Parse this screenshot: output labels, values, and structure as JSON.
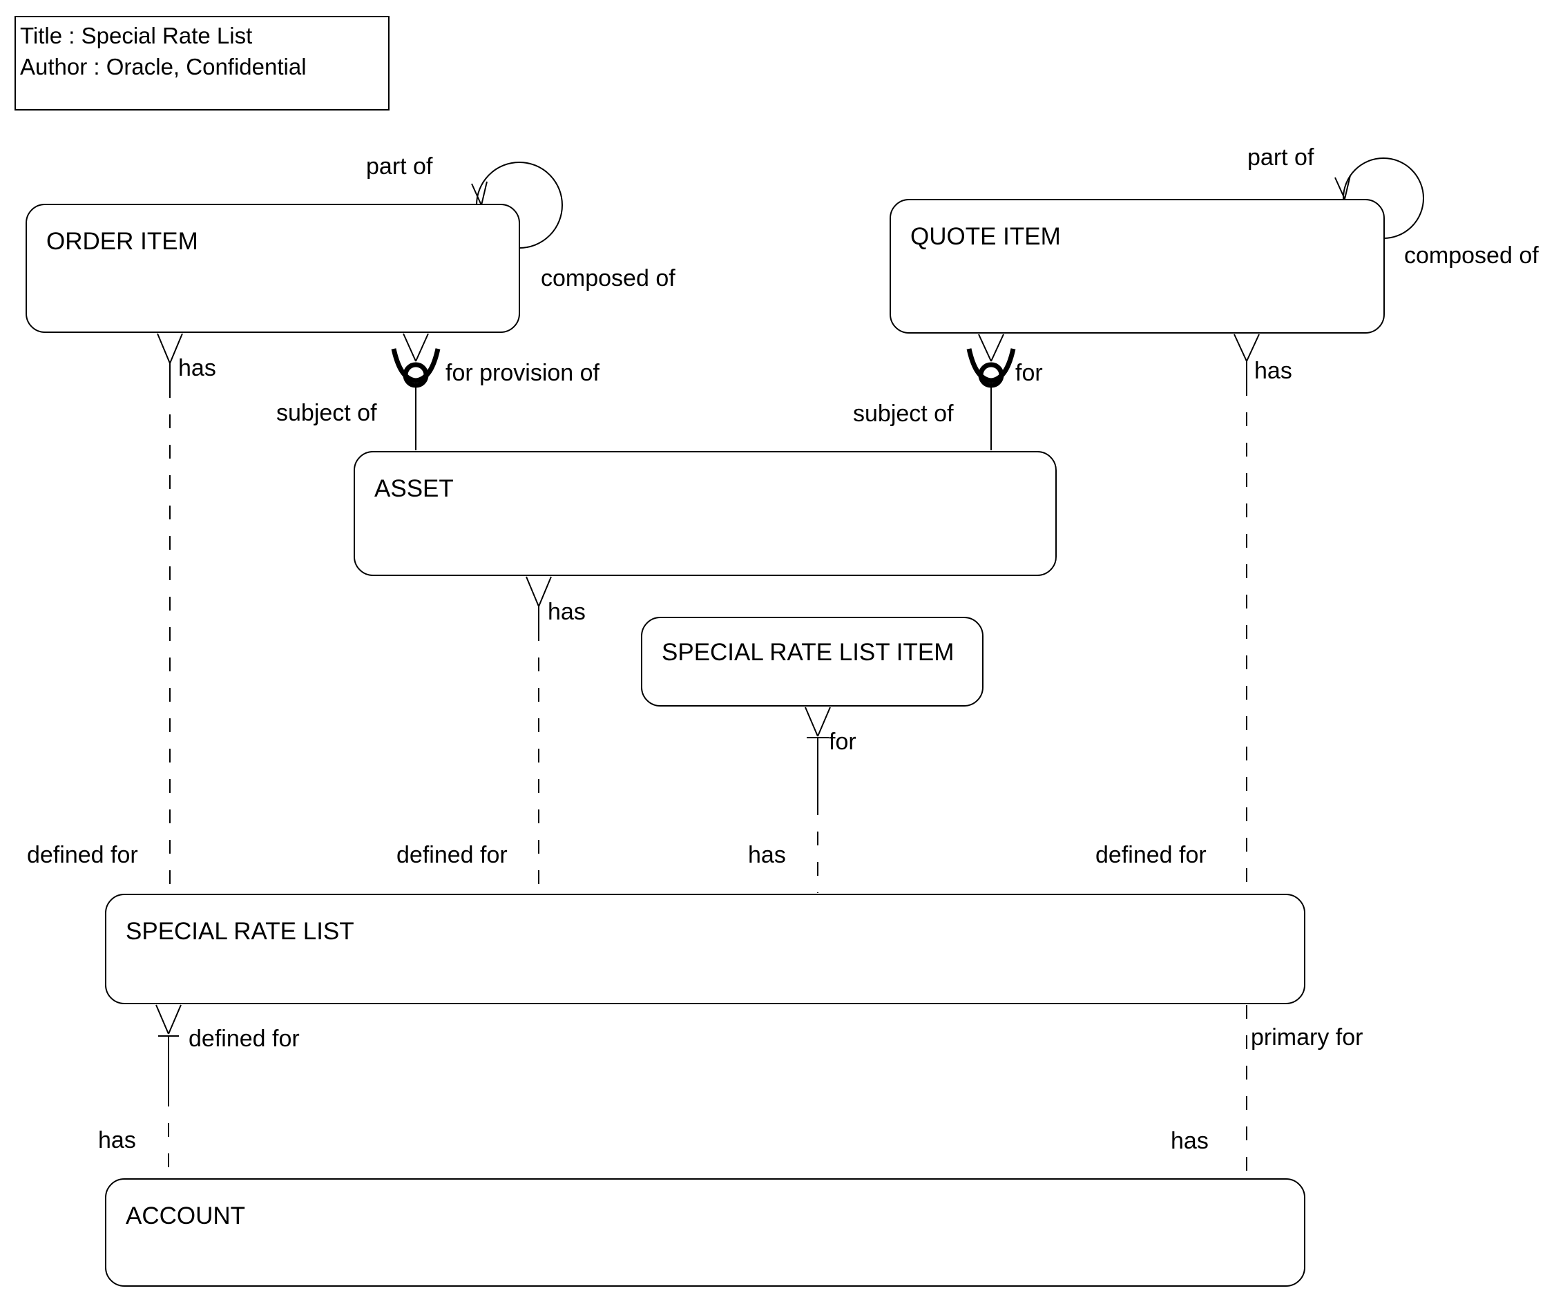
{
  "title_box": {
    "line1": "Title : Special Rate List",
    "line2": "Author : Oracle, Confidential"
  },
  "entities": {
    "order_item": "ORDER ITEM",
    "quote_item": "QUOTE ITEM",
    "asset": "ASSET",
    "special_rate_list_item": "SPECIAL RATE LIST ITEM",
    "special_rate_list": "SPECIAL RATE LIST",
    "account": "ACCOUNT"
  },
  "labels": {
    "part_of_left": "part of",
    "composed_of_left": "composed of",
    "part_of_right": "part of",
    "composed_of_right": "composed of",
    "has_order_item": "has",
    "for_provision_of": "for provision of",
    "subject_of_left": "subject of",
    "for_quote_item": "for",
    "subject_of_right": "subject of",
    "has_quote_item": "has",
    "has_asset": "has",
    "for_srli": "for",
    "defined_for_order": "defined for",
    "defined_for_asset": "defined for",
    "has_srl": "has",
    "defined_for_quote": "defined for",
    "defined_for_account": "defined for",
    "primary_for": "primary for",
    "has_account_left": "has",
    "has_account_right": "has"
  },
  "colors": {
    "line": "#000000",
    "text": "#000000",
    "background": "#ffffff"
  }
}
